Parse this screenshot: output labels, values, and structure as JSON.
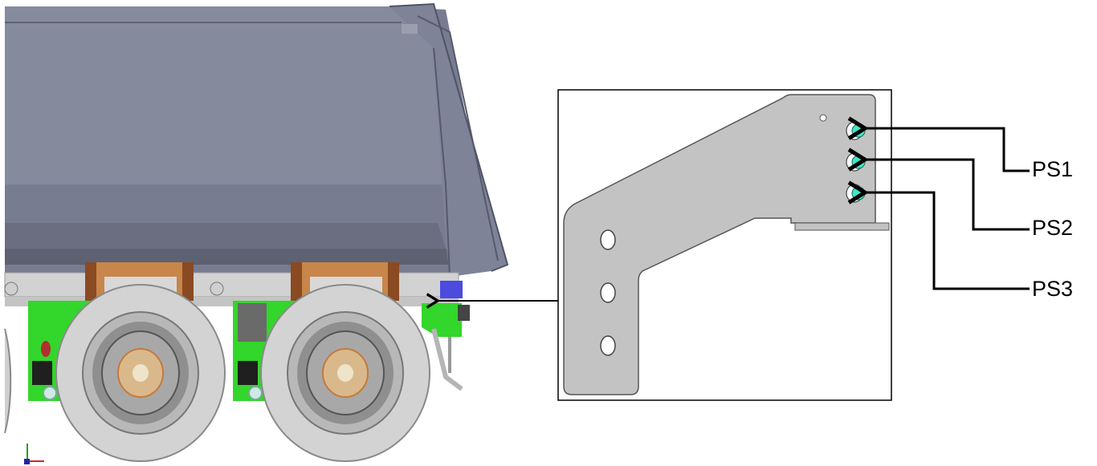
{
  "callouts": [
    {
      "id": "PS1",
      "label": "PS1"
    },
    {
      "id": "PS2",
      "label": "PS2"
    },
    {
      "id": "PS3",
      "label": "PS3"
    }
  ],
  "colors": {
    "trailer_body": "#767b8f",
    "trailer_top": "#868a9c",
    "frame_green": "#33d62a",
    "pad_orange": "#c8864a",
    "hole_highlight": "#3fe8c4",
    "bracket_gray": "#c3c3c3",
    "tire_gray": "#cfcfcf",
    "sensor_blue": "#4b4bdf"
  }
}
